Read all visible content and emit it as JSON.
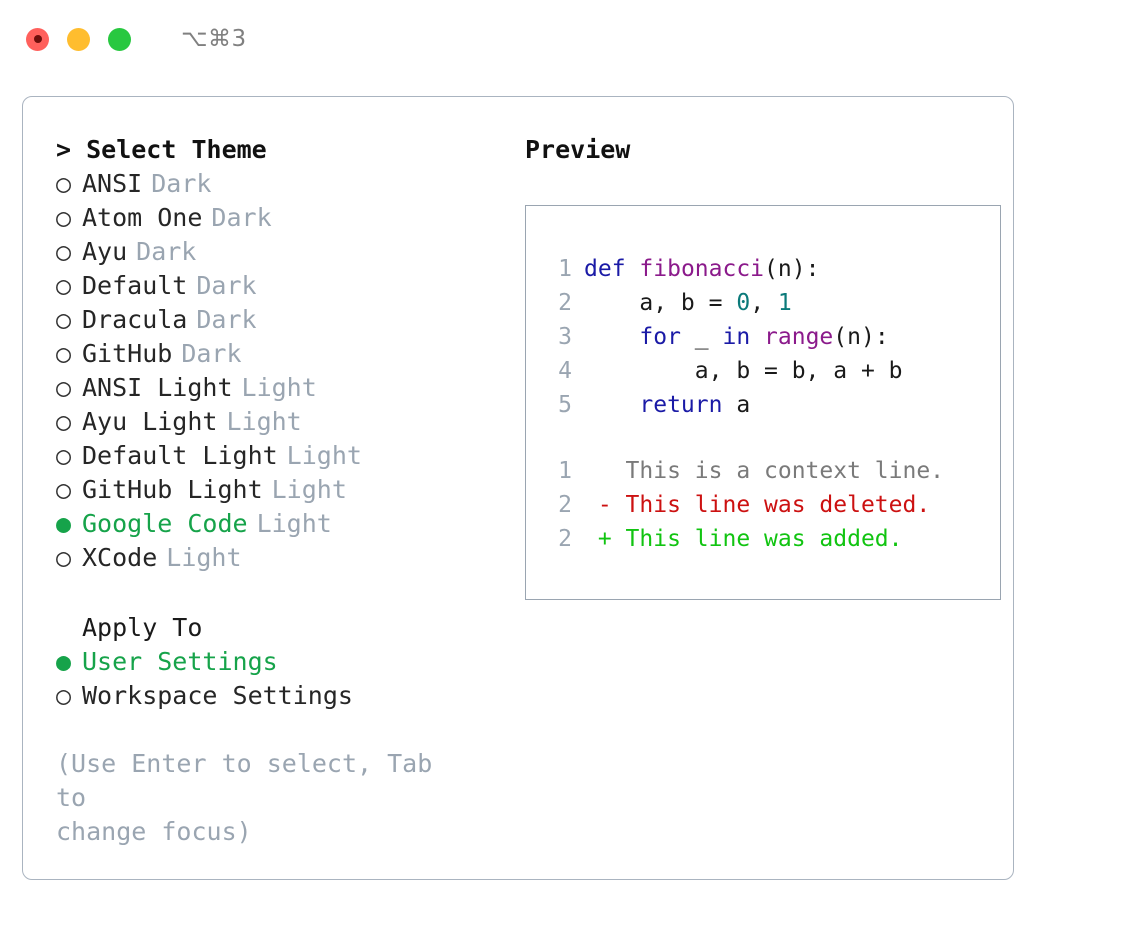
{
  "titlebar": {
    "shortcut": "⌥⌘3",
    "lights": [
      "red-light",
      "yellow-light",
      "green-light"
    ]
  },
  "left": {
    "theme_heading": "> Select Theme",
    "themes": [
      {
        "name": "ANSI",
        "variant": "Dark",
        "selected": false
      },
      {
        "name": "Atom One",
        "variant": "Dark",
        "selected": false
      },
      {
        "name": "Ayu",
        "variant": "Dark",
        "selected": false
      },
      {
        "name": "Default",
        "variant": "Dark",
        "selected": false
      },
      {
        "name": "Dracula",
        "variant": "Dark",
        "selected": false
      },
      {
        "name": "GitHub",
        "variant": "Dark",
        "selected": false
      },
      {
        "name": "ANSI Light",
        "variant": "Light",
        "selected": false
      },
      {
        "name": "Ayu Light",
        "variant": "Light",
        "selected": false
      },
      {
        "name": "Default Light",
        "variant": "Light",
        "selected": false
      },
      {
        "name": "GitHub Light",
        "variant": "Light",
        "selected": false
      },
      {
        "name": "Google Code",
        "variant": "Light",
        "selected": true
      },
      {
        "name": "XCode",
        "variant": "Light",
        "selected": false
      }
    ],
    "apply_heading": "Apply To",
    "apply_options": [
      {
        "name": "User Settings",
        "selected": true
      },
      {
        "name": "Workspace Settings",
        "selected": false
      }
    ],
    "hint": "(Use Enter to select, Tab to\nchange focus)",
    "bullet_selected": "●",
    "bullet_unselected": "○"
  },
  "right": {
    "preview_heading": "Preview",
    "code_lines": [
      {
        "no": "1",
        "tokens": [
          {
            "t": "def",
            "c": "kw"
          },
          {
            "t": " ",
            "c": "pl"
          },
          {
            "t": "fibonacci",
            "c": "fn"
          },
          {
            "t": "(n):",
            "c": "pl"
          }
        ]
      },
      {
        "no": "2",
        "tokens": [
          {
            "t": "    a, b = ",
            "c": "pl"
          },
          {
            "t": "0",
            "c": "num"
          },
          {
            "t": ", ",
            "c": "pl"
          },
          {
            "t": "1",
            "c": "num"
          }
        ]
      },
      {
        "no": "3",
        "tokens": [
          {
            "t": "    ",
            "c": "pl"
          },
          {
            "t": "for",
            "c": "kw"
          },
          {
            "t": " _ ",
            "c": "pl"
          },
          {
            "t": "in",
            "c": "kw"
          },
          {
            "t": " ",
            "c": "pl"
          },
          {
            "t": "range",
            "c": "fn"
          },
          {
            "t": "(n):",
            "c": "pl"
          }
        ]
      },
      {
        "no": "4",
        "tokens": [
          {
            "t": "        a, b = b, a + b",
            "c": "pl"
          }
        ]
      },
      {
        "no": "5",
        "tokens": [
          {
            "t": "    ",
            "c": "pl"
          },
          {
            "t": "return",
            "c": "kw"
          },
          {
            "t": " a",
            "c": "pl"
          }
        ]
      }
    ],
    "diff_lines": [
      {
        "no": "1",
        "marker": "  ",
        "text": "This is a context line.",
        "kind": "ctx"
      },
      {
        "no": "2",
        "marker": "- ",
        "text": "This line was deleted.",
        "kind": "del"
      },
      {
        "no": "2",
        "marker": "+ ",
        "text": "This line was added.",
        "kind": "add"
      }
    ]
  },
  "colors": {
    "selected_green": "#16a34a",
    "muted_gray": "#9aa5b1",
    "keyword_blue": "#1a1aa6",
    "function_purple": "#8b1a8b",
    "number_teal": "#0b7a7a",
    "diff_delete_red": "#cc1111",
    "diff_add_green": "#11c411",
    "panel_border": "#aab4c0"
  }
}
